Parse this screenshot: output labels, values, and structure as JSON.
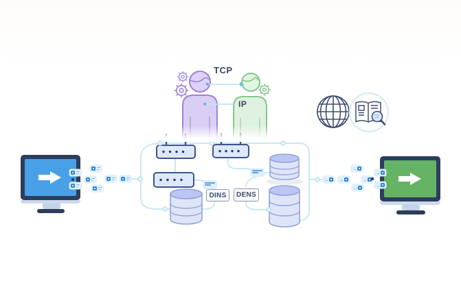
{
  "title": "TCP/IP network communication illustration",
  "labels": {
    "tcp": "TCP",
    "ip": "IP",
    "dns_left": "DINS",
    "dns_right": "DENS"
  },
  "icons": {
    "left_monitor": "monitor-with-arrow-icon (blue screen)",
    "right_monitor": "monitor-with-arrow-icon (green screen)",
    "globe": "globe-icon",
    "book_search": "book-magnifier-icon",
    "router": "wifi-router-icon",
    "switch": "network-switch-icon",
    "database": "database-cylinder-icon",
    "packet_chip": "data-packet-chip-icon",
    "gear": "gear-icon",
    "person_purple": "person-icon",
    "person_green": "person-icon"
  },
  "colors": {
    "connector_line": "#c9e9f3",
    "screen_blue": "#49a0e6",
    "screen_green": "#65b365",
    "monitor_bezel": "#2d3d5b",
    "person_purple_stroke": "#9d82d6",
    "person_green_stroke": "#85c78c",
    "router_stroke": "#3d548a",
    "cylinder_stroke": "#94a4d8",
    "chip_square_blue": "#2f86d6",
    "label_text": "#3a4661"
  }
}
